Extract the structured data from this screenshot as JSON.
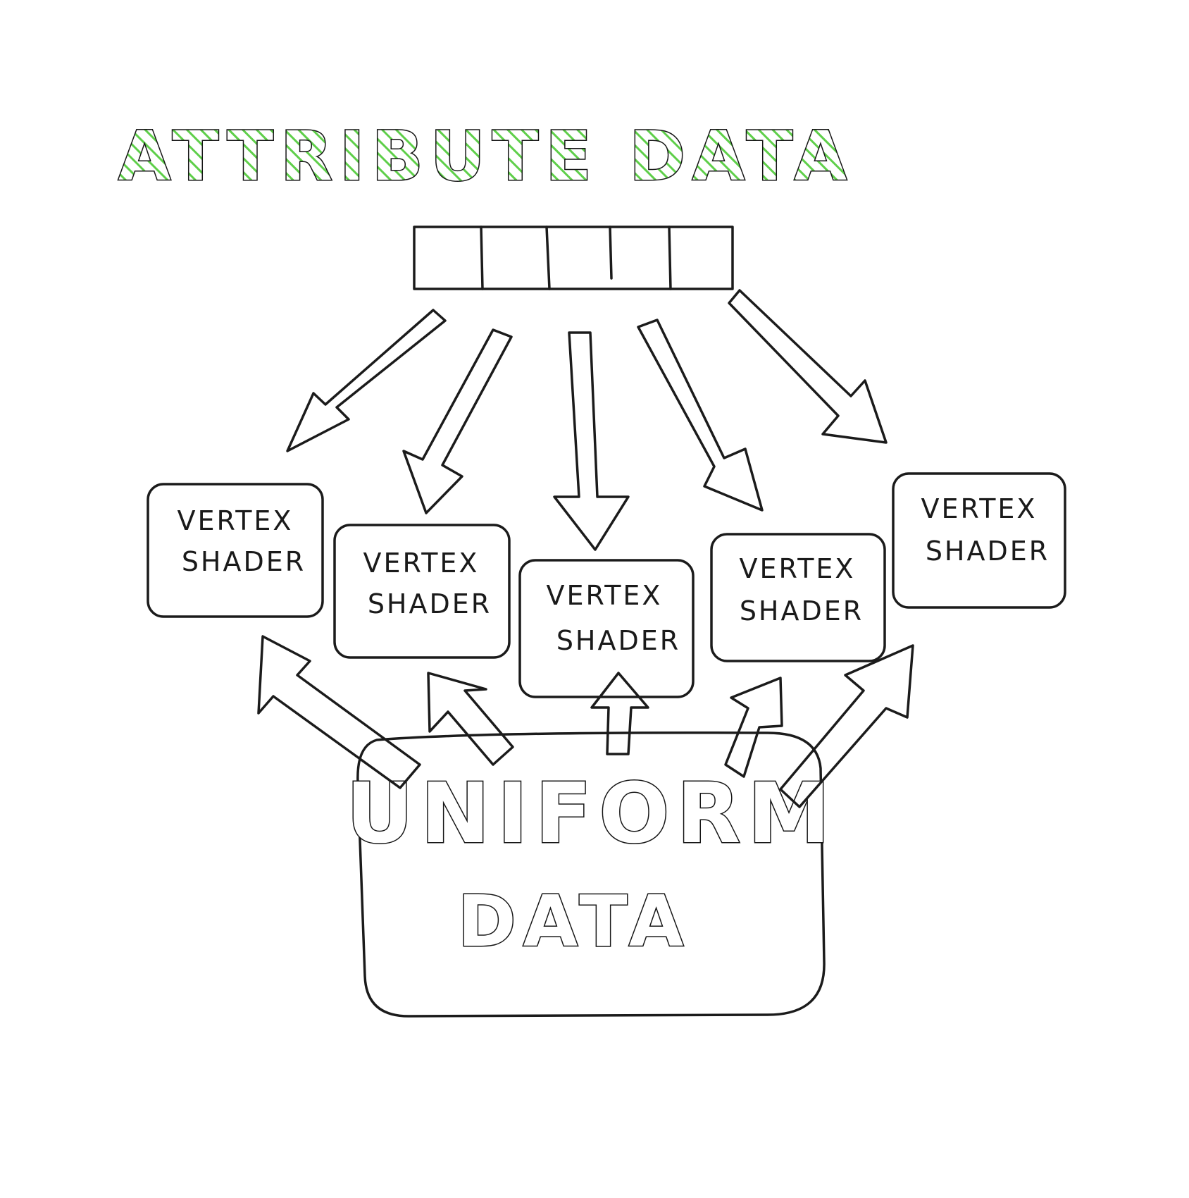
{
  "title": "ATTRIBUTE DATA",
  "shader": {
    "line1": "VERTEX",
    "line2": "SHADER",
    "count": 5
  },
  "uniform": {
    "line1": "UNIFORM",
    "line2": "DATA"
  },
  "attribute_buffer": {
    "cells": 5
  },
  "colors": {
    "attribute": "#5fcf4a",
    "shader": "#3ab6e0",
    "uniform": "#e87a95",
    "ink": "#1b1b1b"
  }
}
